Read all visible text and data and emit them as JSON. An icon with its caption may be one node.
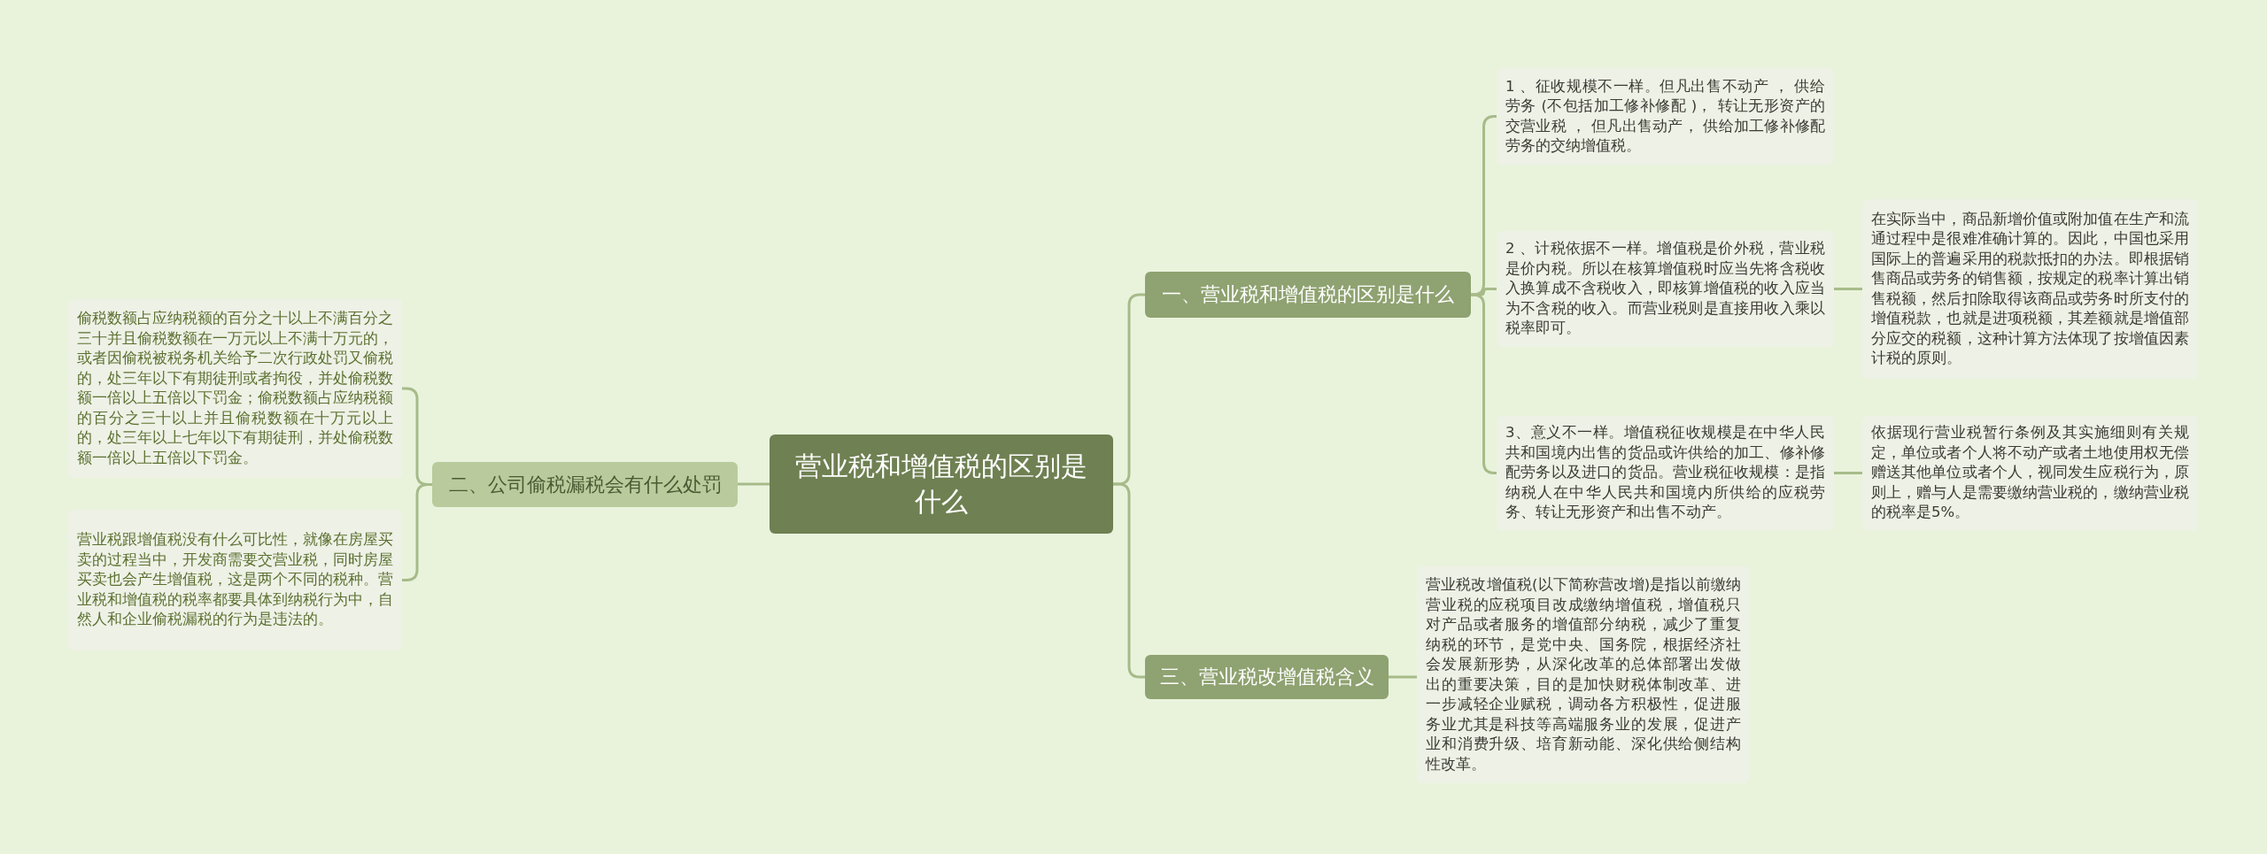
{
  "diagram": {
    "nodes": [
      {
        "text": [
          "营业税和增值税的区别是什么"
        ]
      },
      {
        "text": [
          "一、营业税和增值税的区别是什么"
        ]
      },
      {
        "text": [
          "1 、征收规模不一样。但凡出售不动产 ， 供给劳务 (不包括加工修补修配 )， 转让无形资产的交营业税 ， 但凡出售动产， 供给加工修补修配劳务的交纳增值税。"
        ]
      },
      {
        "text": [
          "2 、计税依据不一样。增值税是价外税，营业税是价内税。所以在核算增值税时应当先将含税收入换算成不含税收入，即核算增值税的收入应当为不含税的收入。而营业税则是直接用收入乘以税率即可。"
        ]
      },
      {
        "text": [
          "在实际当中，商品新增价值或附加值在生产和流通过程中是很难准确计算的。因此，中国也采用国际上的普遍采用的税款抵扣的办法。即根据销售商品或劳务的销售额，按规定的税率计算出销售税额，然后扣除取得该商品或劳务时所支付的增值税款，也就是进项税额，其差额就是增值部分应交的税额，这种计算方法体现了按增值因素计税的原则。"
        ]
      },
      {
        "text": [
          "3、意义不一样。增值税征收规模是在中华人民共和国境内出售的货品或许供给的加工、修补修配劳务以及进口的货品。营业税征收规模：是指纳税人在中华人民共和国境内所供给的应税劳务、转让无形资产和出售不动产。"
        ]
      },
      {
        "text": [
          "依据现行营业税暂行条例及其实施细则有关规定，单位或者个人将不动产或者土地使用权无偿赠送其他单位或者个人，视同发生应税行为，原则上，赠与人是需要缴纳营业税的，缴纳营业税的税率是5%。"
        ]
      },
      {
        "text": [
          "二、公司偷税漏税会有什么处罚"
        ]
      },
      {
        "text": [
          "偷税数额占应纳税额的百分之十以上不满百分之三十并且偷税数额在一万元以上不满十万元的，或者因偷税被税务机关给予二次行政处罚又偷税的，处三年以下有期徒刑或者拘役，并处偷税数额一倍以上五倍以下罚金；偷税数额占应纳税额的百分之三十以上并且偷税数额在十万元以上的，处三年以上七年以下有期徒刑，并处偷税数额一倍以上五倍以下罚金。"
        ]
      },
      {
        "text": [
          "营业税跟增值税没有什么可比性，就像在房屋买卖的过程当中，开发商需要交营业税，同时房屋买卖也会产生增值税，这是两个不同的税种。营业税和增值税的税率都要具体到纳税行为中，自然人和企业偷税漏税的行为是违法的。"
        ]
      },
      {
        "text": [
          "三、营业税改增值税含义"
        ]
      },
      {
        "text": [
          "营业税改增值税(以下简称营改增)是指以前缴纳营业税的应税项目改成缴纳增值税，增值税只对产品或者服务的增值部分纳税，减少了重复纳税的环节，是党中央、国务院，根据经济社会发展新形势，从深化改革的总体部署出发做出的重要决策，目的是加快财税体制改革、进一步减轻企业赋税，调动各方积极性，促进服务业尤其是科技等高端服务业的发展，促进产业和消费升级、培育新动能、深化供给侧结构性改革。"
        ]
      }
    ],
    "edges": [
      {
        "from": 0,
        "to": 1,
        "arrow": "none"
      },
      {
        "from": 0,
        "to": 7,
        "arrow": "none"
      },
      {
        "from": 0,
        "to": 10,
        "arrow": "none"
      },
      {
        "from": 1,
        "to": 2,
        "arrow": "none"
      },
      {
        "from": 1,
        "to": 3,
        "arrow": "none"
      },
      {
        "from": 1,
        "to": 5,
        "arrow": "none"
      },
      {
        "from": 3,
        "to": 4,
        "arrow": "none"
      },
      {
        "from": 5,
        "to": 6,
        "arrow": "none"
      },
      {
        "from": 7,
        "to": 8,
        "arrow": "none"
      },
      {
        "from": 7,
        "to": 9,
        "arrow": "none"
      },
      {
        "from": 10,
        "to": 11,
        "arrow": "none"
      }
    ]
  }
}
